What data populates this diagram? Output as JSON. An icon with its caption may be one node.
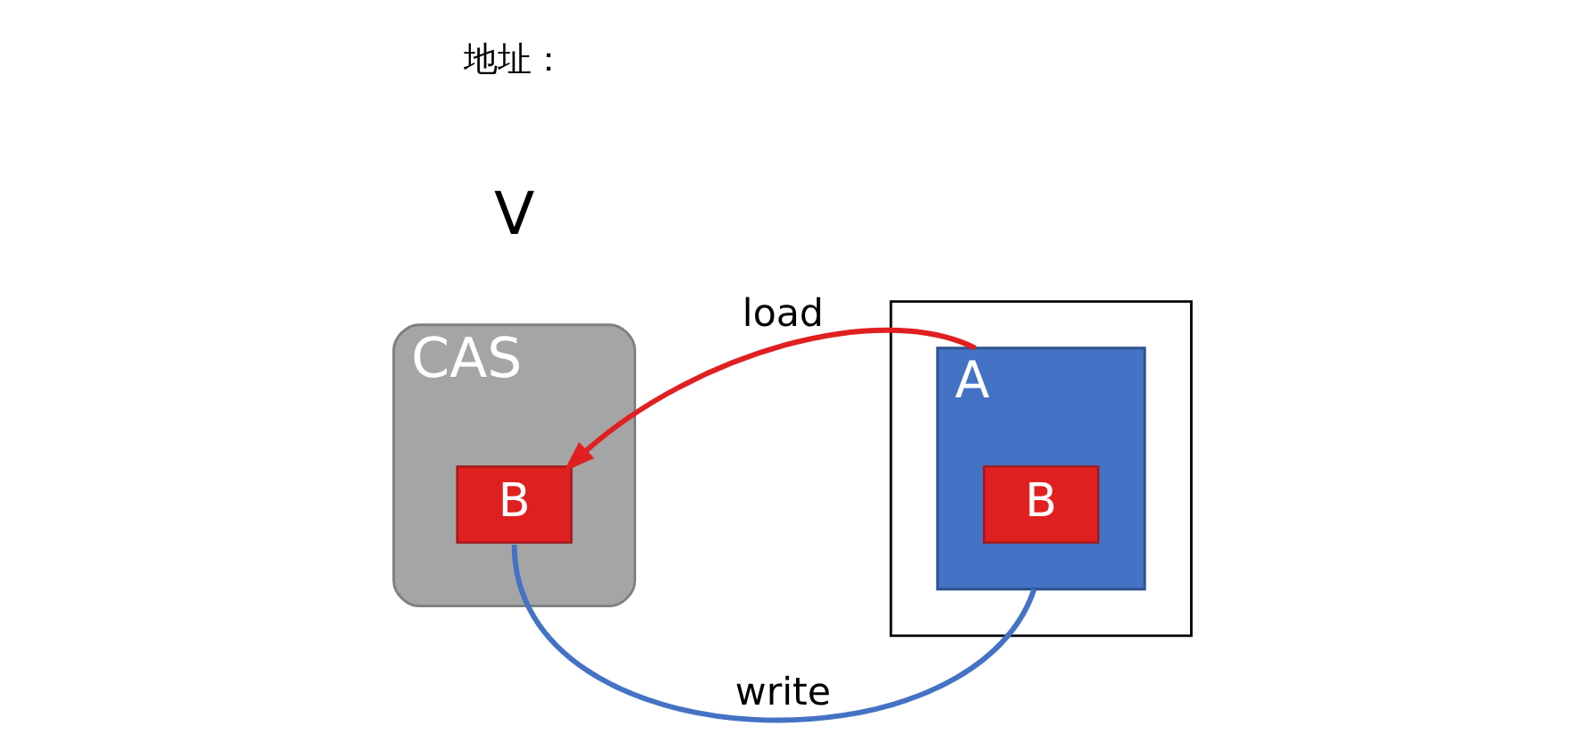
{
  "diagram": {
    "nodes": [
      {
        "text": [
          "CAS"
        ]
      },
      {
        "text": [
          "B"
        ],
        "in": 0
      },
      {
        "text": [],
        "shape": "box"
      },
      {
        "text": [
          "A"
        ],
        "in": 2
      },
      {
        "text": [
          "B"
        ],
        "in": 3
      }
    ],
    "edges": [
      {
        "from": 3,
        "to": 1,
        "arrow": "to",
        "label": "load",
        "color": "#e02020"
      },
      {
        "from": 1,
        "to": 3,
        "arrow": "none",
        "label": "write",
        "color": "#4472c4"
      }
    ],
    "labels": [
      "地址：",
      "V"
    ]
  }
}
